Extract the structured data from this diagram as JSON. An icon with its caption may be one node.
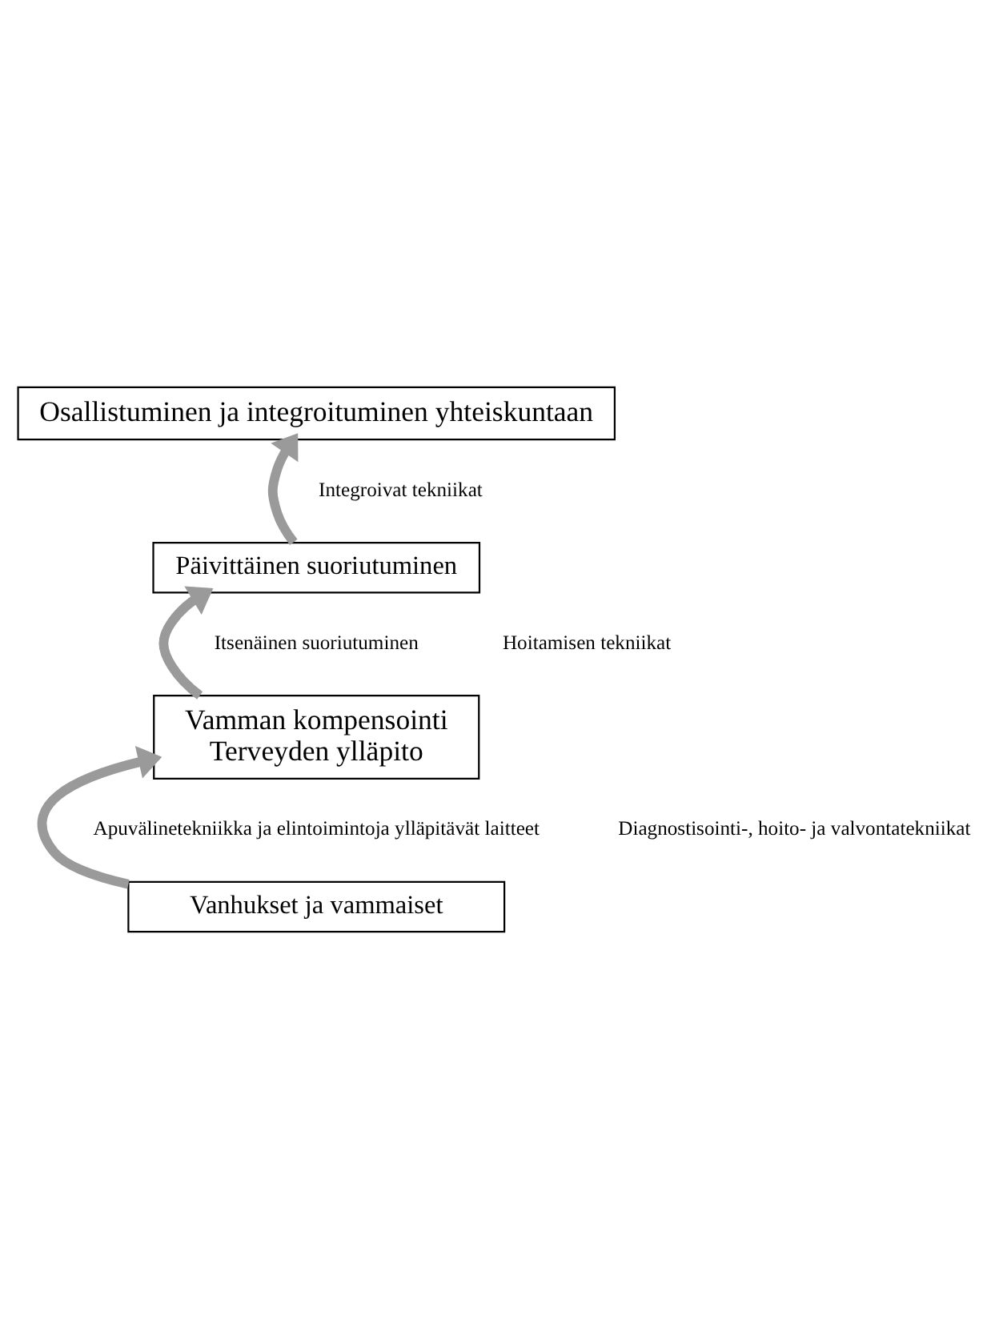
{
  "diagram": {
    "nodes": [
      {
        "text": [
          "Osallistuminen ja integroituminen yhteiskuntaan"
        ]
      },
      {
        "text": [
          "Päivittäinen suoriutuminen"
        ]
      },
      {
        "text": [
          "Vamman kompensointi",
          "Terveyden ylläpito"
        ]
      },
      {
        "text": [
          "Vanhukset ja vammaiset"
        ]
      }
    ],
    "edges": [
      {
        "from": 1,
        "to": 0,
        "arrow": "to"
      },
      {
        "from": 2,
        "to": 1,
        "arrow": "to"
      },
      {
        "from": 3,
        "to": 2,
        "arrow": "to"
      }
    ],
    "labels": [
      "Integroivat tekniikat",
      "Itsenäinen suoriutuminen",
      "Hoitamisen tekniikat",
      "Apuvälinetekniikka ja elintoimintoja ylläpitävät laitteet",
      "Diagnostisointi-, hoito- ja valvontatekniikat"
    ]
  }
}
